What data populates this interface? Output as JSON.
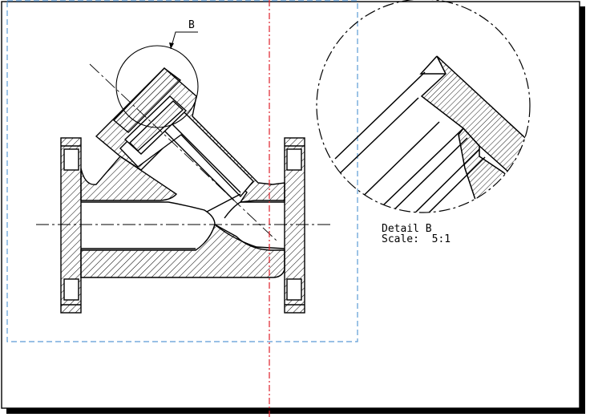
{
  "drawing": {
    "callout_letter": "B",
    "detail_title": "Detail B",
    "detail_scale": "Scale:  5:1",
    "colors": {
      "outline": "#000000",
      "section_line": "#e0202a",
      "view_boundary": "#5b9bd5",
      "background": "#ffffff"
    }
  }
}
